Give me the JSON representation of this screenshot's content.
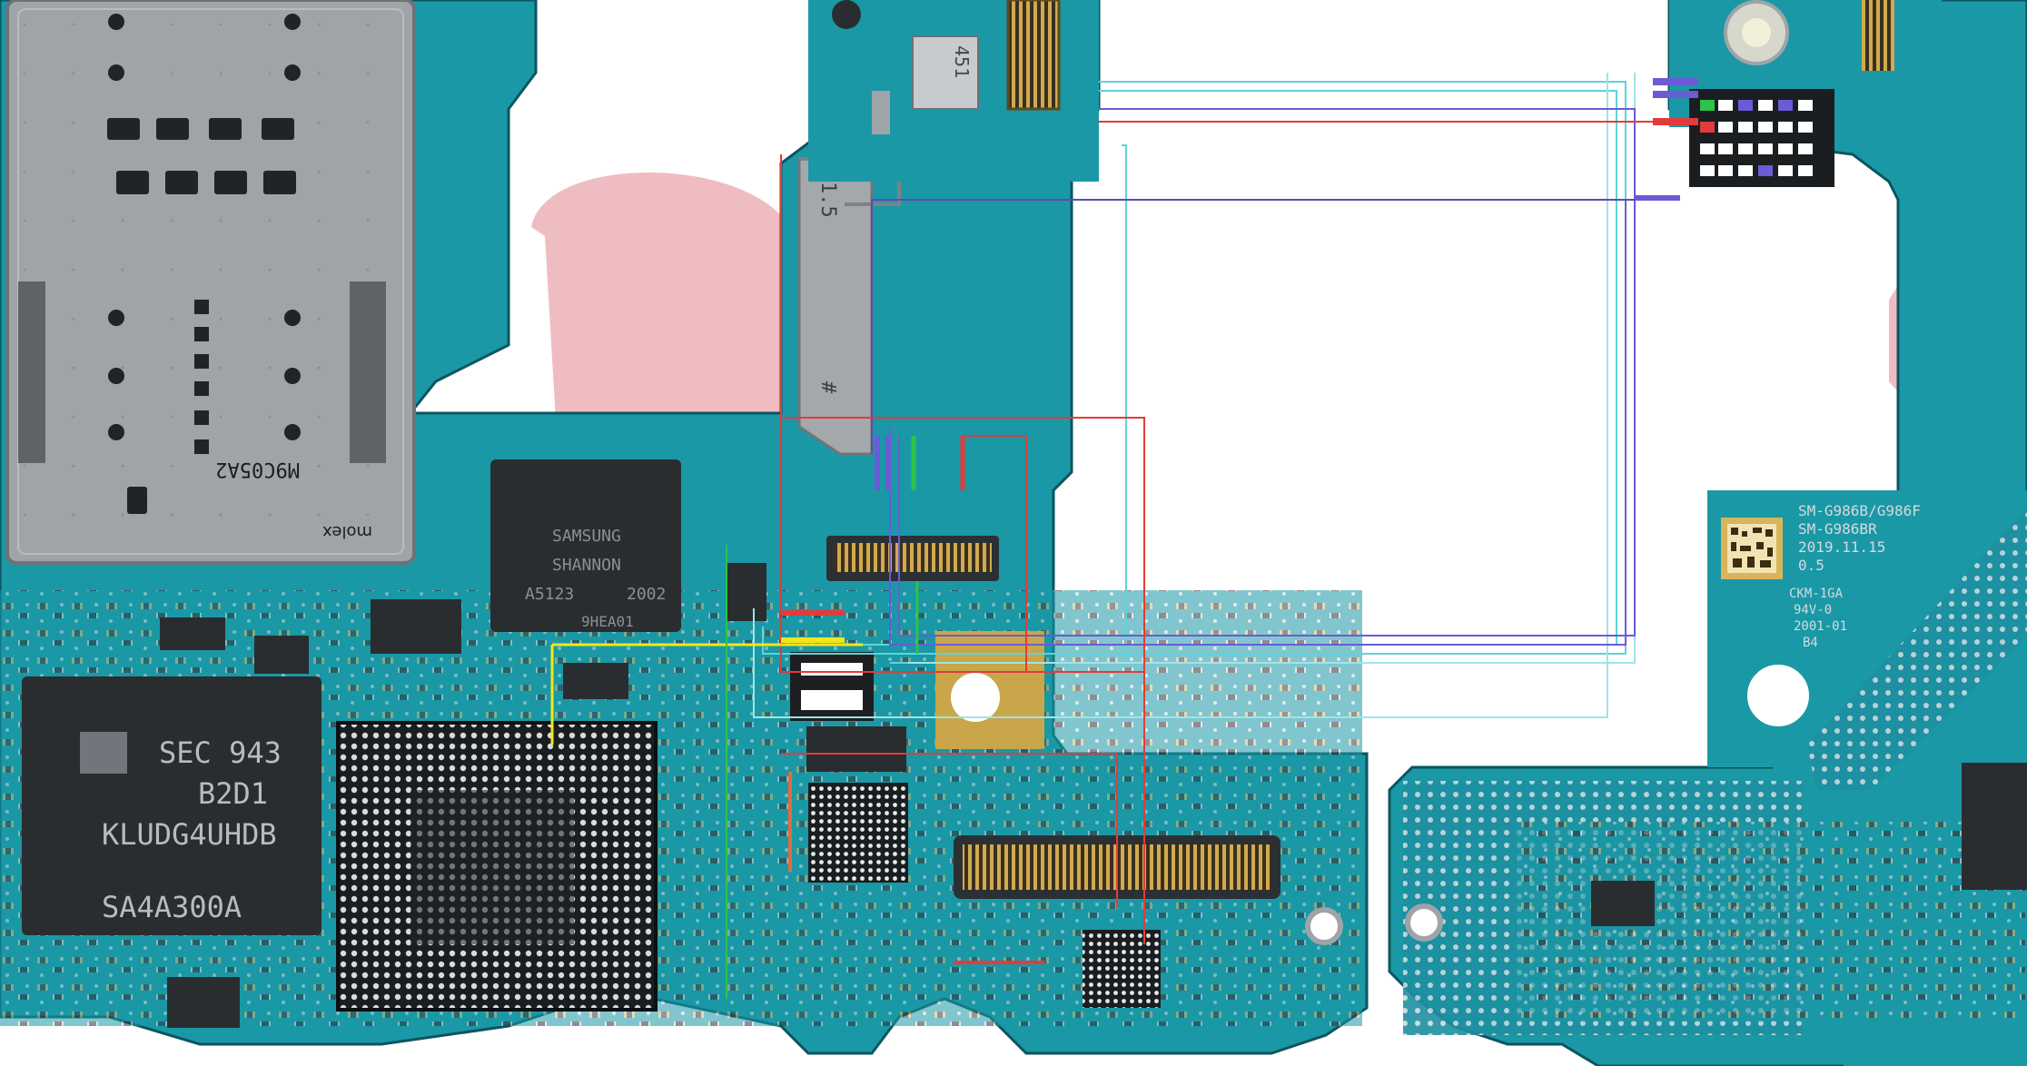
{
  "colors": {
    "pcb": "#1a98a6",
    "pcb_dark": "#0f6f7c",
    "pcb_edge": "#0b5560",
    "gold": "#c9a649",
    "shield": "#9ea4a8",
    "chip": "#2a2d30",
    "trace_red": "#e33b3b",
    "trace_purple": "#6b5bd6",
    "trace_cyan": "#5fd3da",
    "trace_yellow": "#f4e61a",
    "trace_green": "#2fc24a",
    "watermark": "#e8a1a6"
  },
  "labels": {
    "sim_tray_code": "M9C05A2",
    "molex": "molex",
    "modem_brand": "SAMSUNG",
    "modem_name": "SHANNON",
    "modem_part": "A5123",
    "modem_date": "2002",
    "modem_lot": "9HEA01",
    "storage_line1": "SEC 943",
    "storage_line2": "B2D1",
    "storage_line3": "KLUDG4UHDB",
    "storage_line4": "SA4A300A",
    "connector_mark": "451",
    "model_line1": "SM-G986B/G986F",
    "model_line2": "SM-G986BR",
    "date_line": "2019.11.15",
    "rev_line": "0.5",
    "ccm_line": "CKM-1GA",
    "ccm_line2": "94V-0",
    "ccm_line3": "2001-01",
    "ccm_line4": "B4",
    "bracket_mark1": "1.5",
    "bracket_mark2": "#"
  }
}
